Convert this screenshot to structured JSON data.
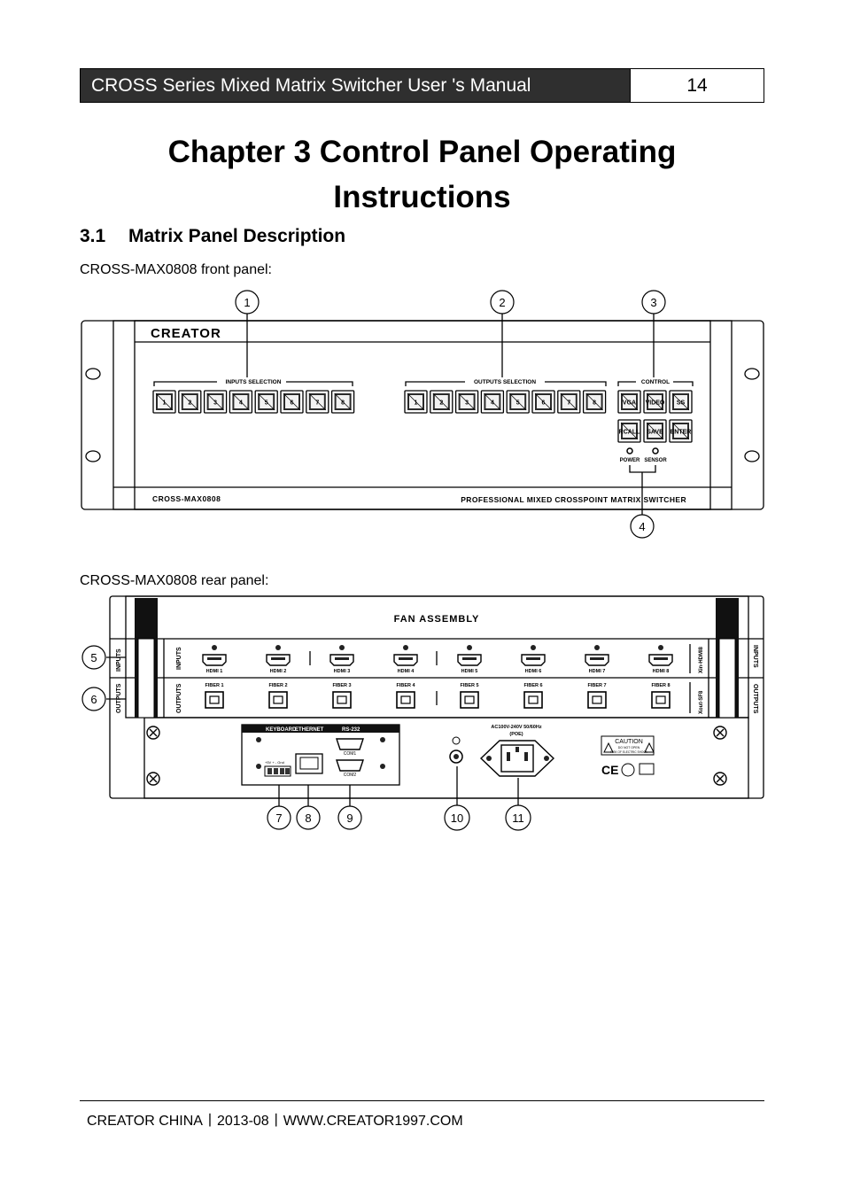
{
  "header": {
    "title": "CROSS Series Mixed Matrix Switcher User 's Manual",
    "page": "14"
  },
  "chapter": {
    "line1": "Chapter 3 Control Panel Operating",
    "line2": "Instructions"
  },
  "section": {
    "number": "3.1",
    "title": "Matrix Panel Description"
  },
  "front": {
    "caption": "CROSS-MAX0808 front panel:",
    "brand": "CREATOR",
    "model": "CROSS-MAX0808",
    "tagline": "PROFESSIONAL MIXED CROSSPOINT MATRIX SWITCHER",
    "inputs_label": "INPUTS SELECTION",
    "outputs_label": "OUTPUTS SELECTION",
    "control_label": "CONTROL",
    "button_numbers": [
      "1",
      "2",
      "3",
      "4",
      "5",
      "6",
      "7",
      "8"
    ],
    "control_buttons": [
      "VGA",
      "VIDEO",
      "SS",
      "RCALL",
      "SAVE",
      "ENTER"
    ],
    "power_label": "POWER",
    "sensor_label": "SENSOR",
    "callouts": [
      "1",
      "2",
      "3",
      "4"
    ]
  },
  "rear": {
    "caption": "CROSS-MAX0808 rear panel:",
    "fan_label": "FAN ASSEMBLY",
    "inputs_label": "INPUTS",
    "outputs_label": "OUTPUTS",
    "hdmi_ports": [
      "HDMI 1",
      "HDMI 2",
      "HDMI 3",
      "HDMI 4",
      "HDMI 5",
      "HDMI 6",
      "HDMI 7",
      "HDMI 8"
    ],
    "fiber_ports": [
      "FIBER 1",
      "FIBER 2",
      "FIBER 3",
      "FIBER 4",
      "FIBER 5",
      "FIBER 6",
      "FIBER 7",
      "FIBER 8"
    ],
    "hdmi_card_label": "Xin-HDMI8",
    "fiber_card_label": "Xout-SF8",
    "keyboard_label": "KEYBOARD",
    "ethernet_label": "ETHERNET",
    "rs232_label": "RS-232",
    "com1": "COM1",
    "com2": "COM2",
    "kb_pins": "+5V  +  -  Gnd",
    "power_spec": "AC100V-240V  50/60Hz",
    "poe": "(POE)",
    "caution": "CAUTION",
    "caution_sub1": "DO NOT OPEN",
    "caution_sub2": "RISK OF ELECTRIC SHOCK",
    "callouts": [
      "5",
      "6",
      "7",
      "8",
      "9",
      "10",
      "11"
    ]
  },
  "footer": {
    "text": "CREATOR CHINA丨2013-08丨WWW.CREATOR1997.COM"
  }
}
